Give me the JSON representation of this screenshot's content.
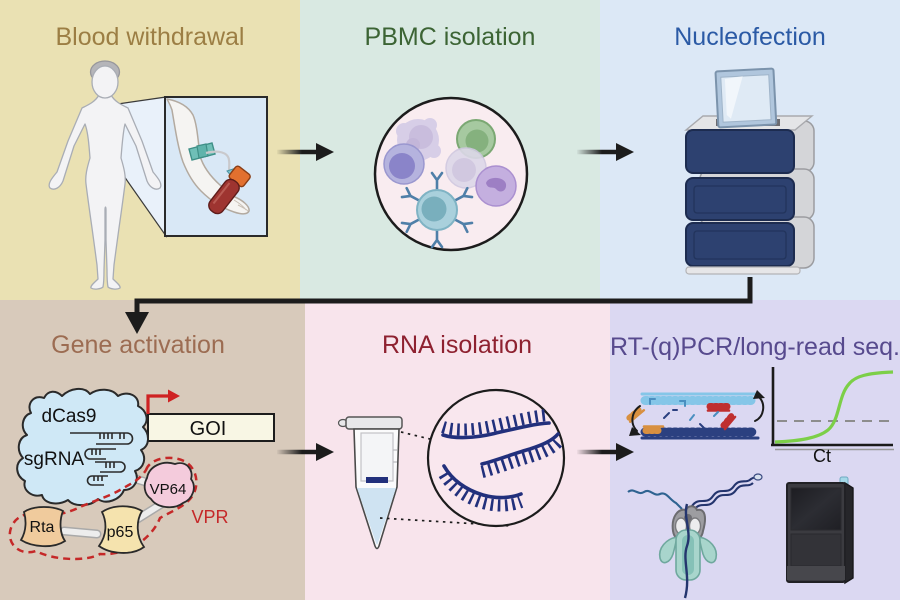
{
  "figure": {
    "panels": [
      {
        "id": "blood-withdrawal",
        "title": "Blood withdrawal",
        "title_color": "#9c7e44",
        "bg": "#eae1b3"
      },
      {
        "id": "pbmc-isolation",
        "title": "PBMC isolation",
        "title_color": "#3c6434",
        "bg": "#d9e9e2"
      },
      {
        "id": "nucleofection",
        "title": "Nucleofection",
        "title_color": "#2b5aa5",
        "bg": "#dce8f6"
      },
      {
        "id": "gene-activation",
        "title": "Gene activation",
        "title_color": "#9c6c52",
        "bg": "#d8cabb"
      },
      {
        "id": "rna-isolation",
        "title": "RNA isolation",
        "title_color": "#8e2130",
        "bg": "#f8e4ec"
      },
      {
        "id": "rt-qpcr",
        "title": "RT-(q)PCR/long-read seq.",
        "title_color": "#574a8e",
        "bg": "#dbd8f2"
      }
    ],
    "gene_activation": {
      "dcas9": "dCas9",
      "sgrna": "sgRNA",
      "goi": "GOI",
      "vp64": "VP64",
      "p65": "p65",
      "rta": "Rta",
      "vpr": "VPR"
    },
    "qpcr": {
      "ct": "Ct"
    },
    "palette": {
      "vpr_red": "#c52828",
      "promoter_arrow_red": "#cf2222",
      "qpcr_green": "#7ccf48",
      "rna_navy": "#22307c",
      "device_navy": "#2d4170",
      "arrow_black": "#1c1c1c"
    }
  }
}
